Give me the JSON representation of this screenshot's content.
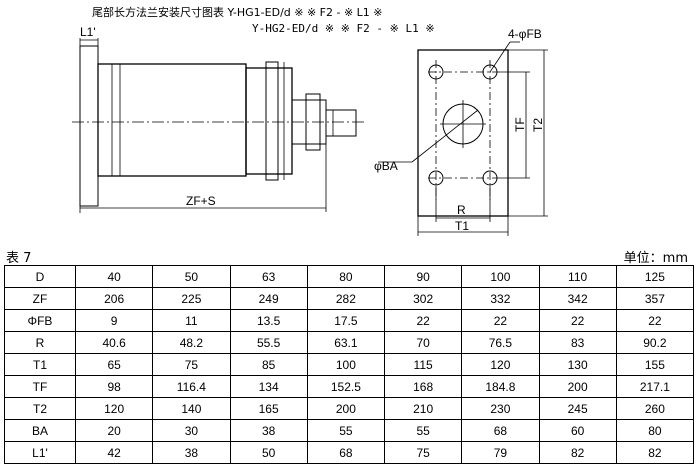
{
  "drawing": {
    "title_line1": "尾部长方法兰安装尺寸图表 Y-HG1-ED/d ※ ※ F2 - ※ L1 ※",
    "title_line2": "Y-HG2-ED/d ※ ※ F2 - ※ L1 ※",
    "label_l1": "L1'",
    "label_zfs": "ZF+S",
    "label_fb": "4-φFB",
    "label_ba": "φBA",
    "label_r": "R",
    "label_t1": "T1",
    "label_tf": "TF",
    "label_t2": "T2"
  },
  "table_title": "表 7",
  "unit": "单位：mm",
  "table": {
    "rows": [
      {
        "label": "D",
        "values": [
          "40",
          "50",
          "63",
          "80",
          "90",
          "100",
          "110",
          "125"
        ]
      },
      {
        "label": "ZF",
        "values": [
          "206",
          "225",
          "249",
          "282",
          "302",
          "332",
          "342",
          "357"
        ]
      },
      {
        "label": "ΦFB",
        "values": [
          "9",
          "11",
          "13.5",
          "17.5",
          "22",
          "22",
          "22",
          "22"
        ]
      },
      {
        "label": "R",
        "values": [
          "40.6",
          "48.2",
          "55.5",
          "63.1",
          "70",
          "76.5",
          "83",
          "90.2"
        ]
      },
      {
        "label": "T1",
        "values": [
          "65",
          "75",
          "85",
          "100",
          "115",
          "120",
          "130",
          "155"
        ]
      },
      {
        "label": "TF",
        "values": [
          "98",
          "116.4",
          "134",
          "152.5",
          "168",
          "184.8",
          "200",
          "217.1"
        ]
      },
      {
        "label": "T2",
        "values": [
          "120",
          "140",
          "165",
          "200",
          "210",
          "230",
          "245",
          "260"
        ]
      },
      {
        "label": "BA",
        "values": [
          "20",
          "30",
          "38",
          "55",
          "55",
          "68",
          "60",
          "80"
        ]
      },
      {
        "label": "L1'",
        "values": [
          "42",
          "38",
          "50",
          "68",
          "75",
          "79",
          "82",
          "82"
        ]
      }
    ]
  }
}
